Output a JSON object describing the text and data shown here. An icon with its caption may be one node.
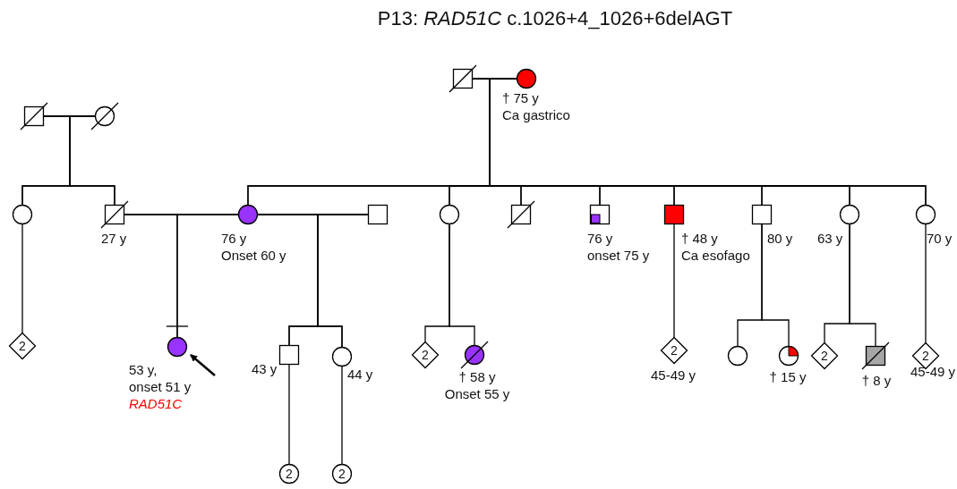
{
  "diagram": {
    "title": "P13: *RAD51C* c.1026+4_1026+6delAGT",
    "nodes": [
      {
        "text": [],
        "shape": "box"
      },
      {
        "text": [],
        "shape": "circle"
      },
      {
        "text": [],
        "shape": "box"
      },
      {
        "text": [],
        "shape": "circle",
        "beside": [
          "† 75 y",
          "Ca gastrico"
        ]
      },
      {
        "text": [],
        "shape": "circle"
      },
      {
        "text": [],
        "shape": "box",
        "beside": [
          "27 y"
        ]
      },
      {
        "text": [],
        "shape": "circle",
        "beside": [
          "76 y",
          "Onset 60 y"
        ]
      },
      {
        "text": [],
        "shape": "box"
      },
      {
        "text": [],
        "shape": "circle"
      },
      {
        "text": [],
        "shape": "box"
      },
      {
        "text": [],
        "shape": "box",
        "beside": [
          "76 y",
          "onset 75 y"
        ]
      },
      {
        "text": [],
        "shape": "box",
        "beside": [
          "† 48 y",
          "Ca esofago"
        ]
      },
      {
        "text": [],
        "shape": "box",
        "beside": [
          "80 y"
        ]
      },
      {
        "text": [],
        "shape": "circle",
        "beside": [
          "63 y"
        ]
      },
      {
        "text": [],
        "shape": "circle",
        "beside": [
          "70 y"
        ]
      },
      {
        "text": [
          "2"
        ]
      },
      {
        "text": [],
        "shape": "circle",
        "beside": [
          "53 y,",
          "onset 51 y",
          "RAD51C"
        ]
      },
      {
        "text": [],
        "shape": "box",
        "beside": [
          "43 y"
        ]
      },
      {
        "text": [],
        "shape": "circle",
        "beside": [
          "44 y"
        ]
      },
      {
        "text": [
          "2"
        ]
      },
      {
        "text": [],
        "shape": "circle",
        "beside": [
          "† 58 y",
          "Onset 55 y"
        ]
      },
      {
        "text": [
          "2"
        ],
        "beside": [
          "45-49 y"
        ]
      },
      {
        "text": [],
        "shape": "circle"
      },
      {
        "text": [],
        "shape": "circle",
        "beside": [
          "† 15 y"
        ]
      },
      {
        "text": [
          "2"
        ]
      },
      {
        "text": [],
        "shape": "box",
        "beside": [
          "† 8 y"
        ]
      },
      {
        "text": [
          "2"
        ],
        "beside": [
          "45-49 y"
        ]
      },
      {
        "text": [
          "2"
        ]
      },
      {
        "text": [
          "2"
        ]
      }
    ],
    "edges": [
      {
        "from": 0,
        "to": 1,
        "arrow": "none"
      },
      {
        "from": 2,
        "to": 3,
        "arrow": "none"
      },
      {
        "from": 5,
        "to": 6,
        "arrow": "none"
      },
      {
        "from": 6,
        "to": 7,
        "arrow": "none"
      },
      {
        "from": 0,
        "to": 4,
        "arrow": "none"
      },
      {
        "from": 0,
        "to": 5,
        "arrow": "none"
      },
      {
        "from": 1,
        "to": 4,
        "arrow": "none"
      },
      {
        "from": 1,
        "to": 5,
        "arrow": "none"
      },
      {
        "from": 2,
        "to": 6,
        "arrow": "none"
      },
      {
        "from": 2,
        "to": 8,
        "arrow": "none"
      },
      {
        "from": 2,
        "to": 9,
        "arrow": "none"
      },
      {
        "from": 2,
        "to": 10,
        "arrow": "none"
      },
      {
        "from": 2,
        "to": 11,
        "arrow": "none"
      },
      {
        "from": 2,
        "to": 12,
        "arrow": "none"
      },
      {
        "from": 2,
        "to": 13,
        "arrow": "none"
      },
      {
        "from": 2,
        "to": 14,
        "arrow": "none"
      },
      {
        "from": 3,
        "to": 6,
        "arrow": "none"
      },
      {
        "from": 3,
        "to": 8,
        "arrow": "none"
      },
      {
        "from": 3,
        "to": 9,
        "arrow": "none"
      },
      {
        "from": 3,
        "to": 10,
        "arrow": "none"
      },
      {
        "from": 3,
        "to": 11,
        "arrow": "none"
      },
      {
        "from": 3,
        "to": 12,
        "arrow": "none"
      },
      {
        "from": 3,
        "to": 13,
        "arrow": "none"
      },
      {
        "from": 3,
        "to": 14,
        "arrow": "none"
      },
      {
        "from": 4,
        "to": 15,
        "arrow": "none"
      },
      {
        "from": 5,
        "to": 16,
        "arrow": "none"
      },
      {
        "from": 6,
        "to": 16,
        "arrow": "none"
      },
      {
        "from": 6,
        "to": 17,
        "arrow": "none"
      },
      {
        "from": 6,
        "to": 18,
        "arrow": "none"
      },
      {
        "from": 7,
        "to": 17,
        "arrow": "none"
      },
      {
        "from": 7,
        "to": 18,
        "arrow": "none"
      },
      {
        "from": 8,
        "to": 19,
        "arrow": "none"
      },
      {
        "from": 8,
        "to": 20,
        "arrow": "none"
      },
      {
        "from": 11,
        "to": 21,
        "arrow": "none"
      },
      {
        "from": 12,
        "to": 22,
        "arrow": "none"
      },
      {
        "from": 12,
        "to": 23,
        "arrow": "none"
      },
      {
        "from": 13,
        "to": 24,
        "arrow": "none"
      },
      {
        "from": 13,
        "to": 25,
        "arrow": "none"
      },
      {
        "from": 14,
        "to": 26,
        "arrow": "none"
      },
      {
        "from": 17,
        "to": 27,
        "arrow": "none"
      },
      {
        "from": 18,
        "to": 28,
        "arrow": "none"
      },
      {
        "from": null,
        "to": 16,
        "arrow": "to"
      }
    ]
  }
}
